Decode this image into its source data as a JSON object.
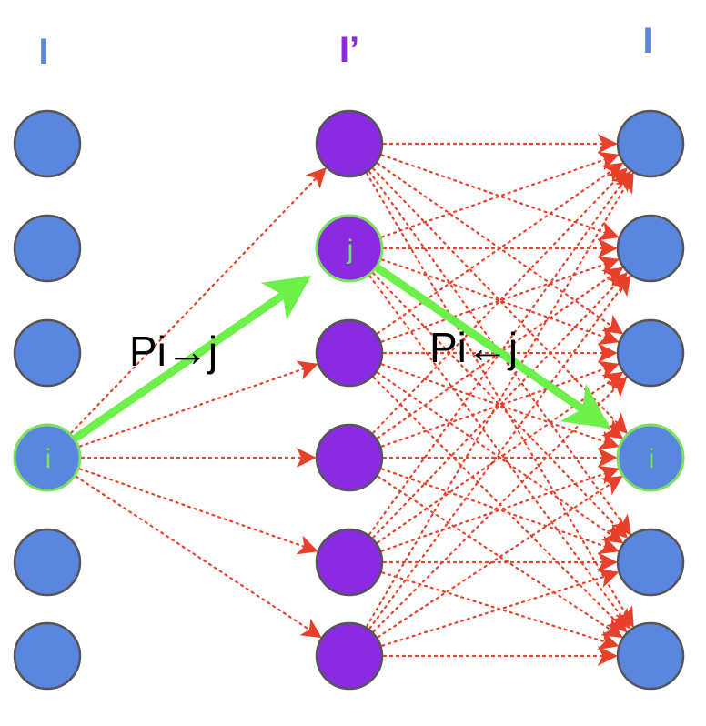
{
  "columns": {
    "left": {
      "label": "I",
      "color": "#5b86df"
    },
    "middle": {
      "label": "I’",
      "color": "#8a2be2"
    },
    "right": {
      "label": "I",
      "color": "#5b86df"
    }
  },
  "nodes": {
    "left_count": 6,
    "middle_count": 6,
    "right_count": 6,
    "left_highlight_label": "i",
    "middle_highlight_label": "j",
    "right_highlight_label": "i",
    "blue_fill": "#5b86df",
    "purple_fill": "#8a2be2",
    "highlight_stroke": "#7be060"
  },
  "edges": {
    "color": "#e8402a"
  },
  "flows": {
    "forward_label": "Pi→j",
    "backward_label": "Pi←j",
    "color": "#6ef04a"
  }
}
